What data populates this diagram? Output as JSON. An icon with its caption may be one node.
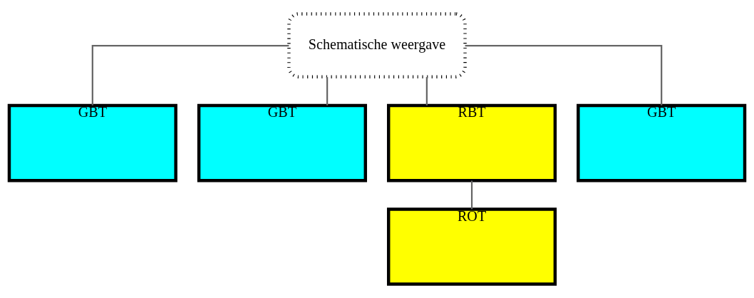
{
  "diagram": {
    "nodes": [
      {
        "text": [
          "Schematische weergave"
        ]
      },
      {
        "text": [
          "GBT"
        ]
      },
      {
        "text": [
          "GBT"
        ]
      },
      {
        "text": [
          "RBT"
        ]
      },
      {
        "text": [
          "GBT"
        ]
      },
      {
        "text": [
          "ROT"
        ]
      }
    ],
    "edges": [
      {
        "from": 0,
        "to": 1,
        "arrow": "none"
      },
      {
        "from": 0,
        "to": 2,
        "arrow": "none"
      },
      {
        "from": 0,
        "to": 3,
        "arrow": "none"
      },
      {
        "from": 0,
        "to": 4,
        "arrow": "none"
      },
      {
        "from": 3,
        "to": 5,
        "arrow": "none"
      }
    ]
  }
}
